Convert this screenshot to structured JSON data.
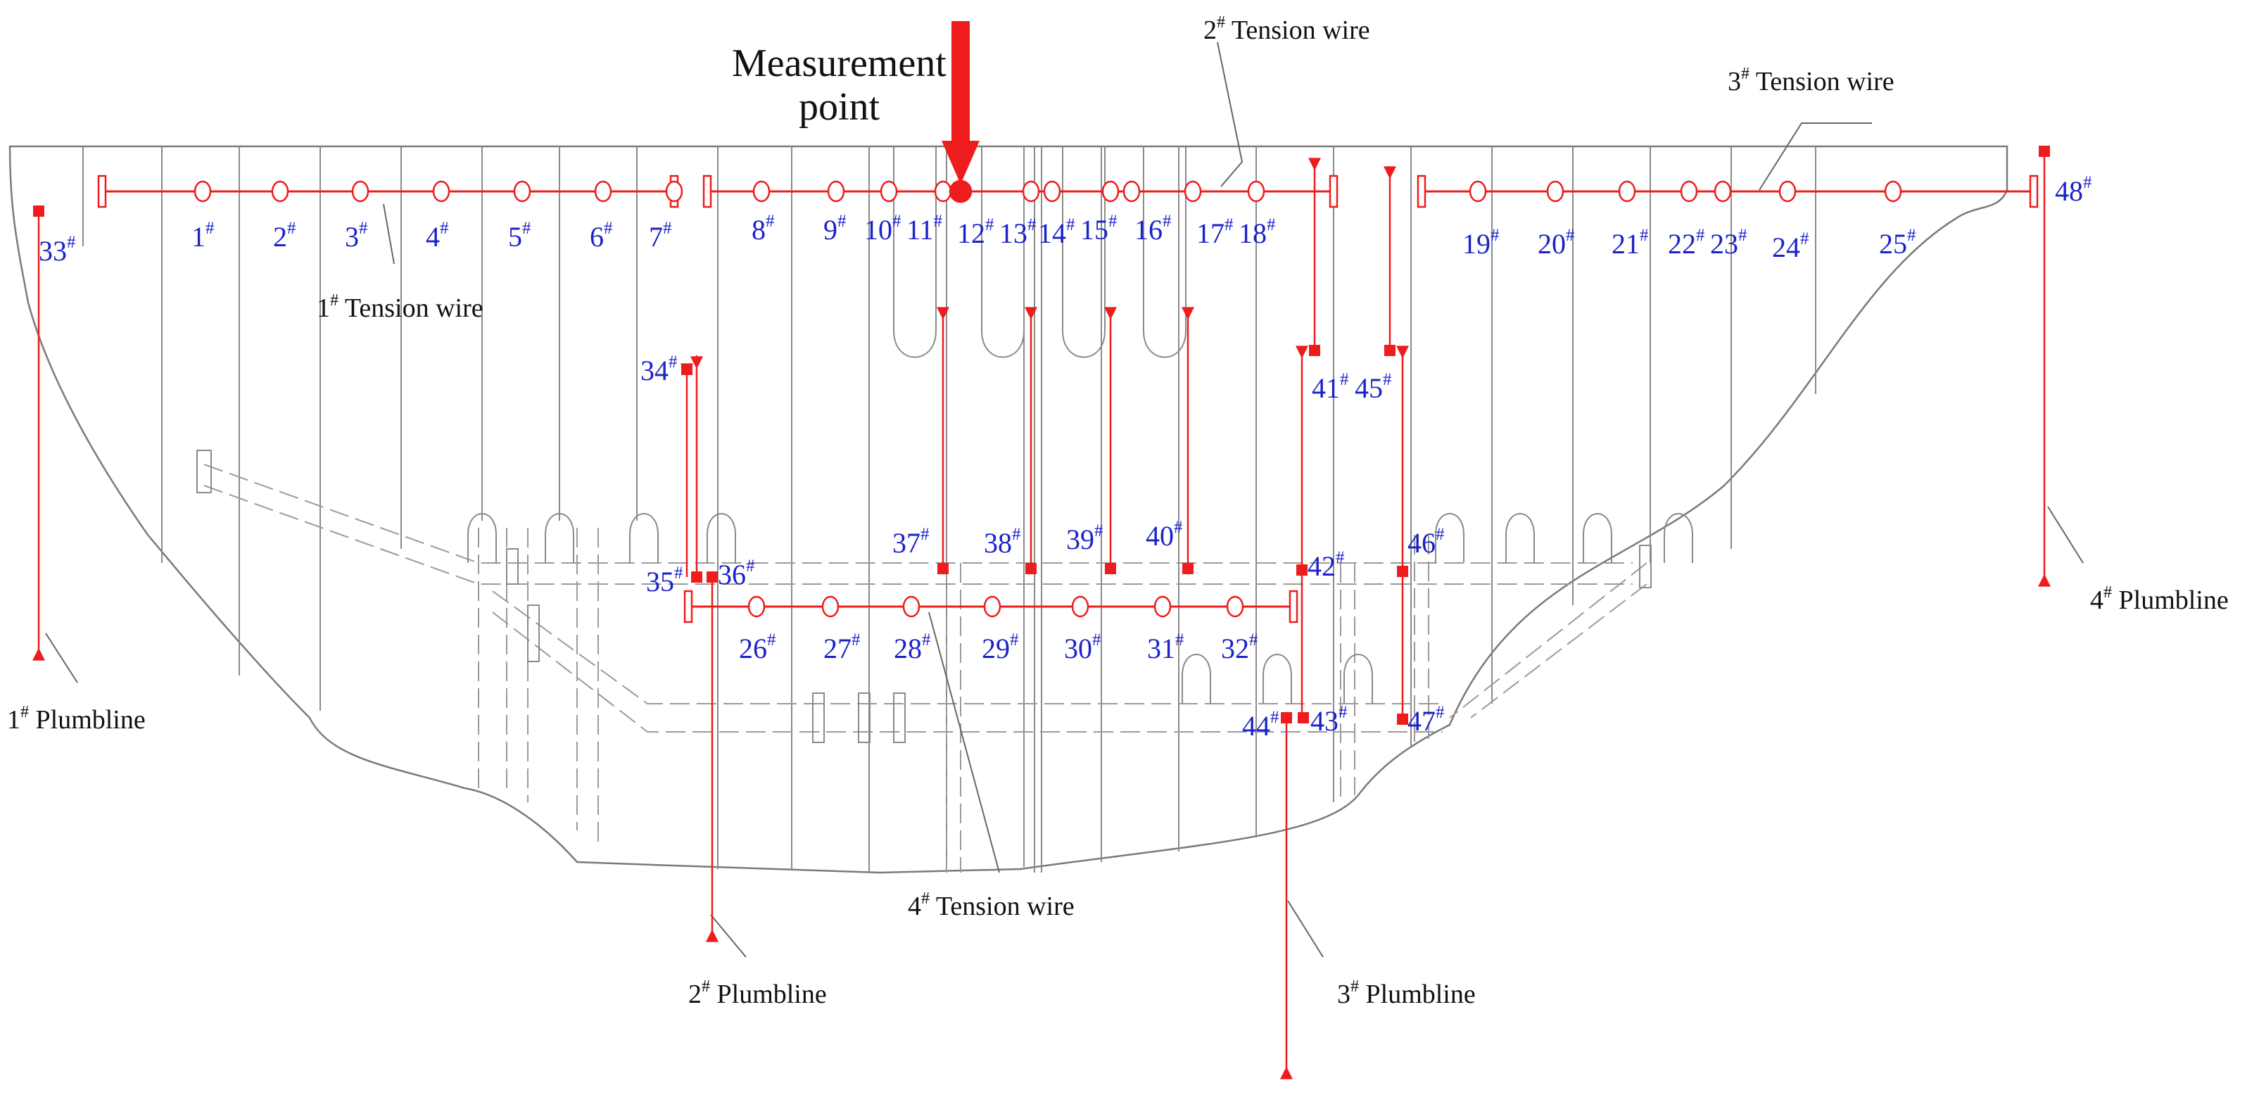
{
  "colors": {
    "wire": "#ee1c1c",
    "point_label": "#1a22c8",
    "outline": "#7a7a7a",
    "dashed": "#9a9a9a",
    "text": "#111111"
  },
  "measurement_label": [
    "Measurement",
    "point"
  ],
  "tension_wires": [
    {
      "num": "1",
      "suffix": "Tension wire"
    },
    {
      "num": "2",
      "suffix": "Tension wire"
    },
    {
      "num": "3",
      "suffix": "Tension wire"
    },
    {
      "num": "4",
      "suffix": "Tension wire"
    }
  ],
  "plumblines": [
    {
      "num": "1",
      "suffix": "Plumbline"
    },
    {
      "num": "2",
      "suffix": "Plumbline"
    },
    {
      "num": "3",
      "suffix": "Plumbline"
    },
    {
      "num": "4",
      "suffix": "Plumbline"
    }
  ],
  "points_tension": [
    "1",
    "2",
    "3",
    "4",
    "5",
    "6",
    "7",
    "8",
    "9",
    "10",
    "11",
    "12",
    "13",
    "14",
    "15",
    "16",
    "17",
    "18",
    "19",
    "20",
    "21",
    "22",
    "23",
    "24",
    "25",
    "26",
    "27",
    "28",
    "29",
    "30",
    "31",
    "32"
  ],
  "points_plumb": [
    "33",
    "34",
    "35",
    "36",
    "37",
    "38",
    "39",
    "40",
    "41",
    "42",
    "43",
    "44",
    "45",
    "46",
    "47",
    "48"
  ],
  "hash_mark": "#",
  "highlighted_point": "12"
}
